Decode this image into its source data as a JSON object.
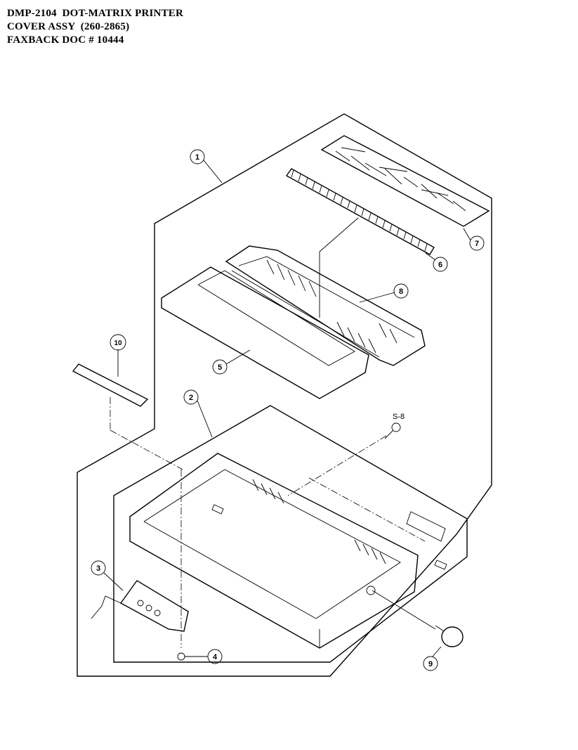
{
  "header": {
    "line1": "DMP-2104  DOT-MATRIX PRINTER",
    "line2": "COVER ASSY  (260-2865)",
    "line3": "FAXBACK DOC # 10444"
  },
  "callouts": {
    "c1": "1",
    "c2": "2",
    "c3": "3",
    "c4": "4",
    "c5": "5",
    "c6": "6",
    "c7": "7",
    "c8": "8",
    "c9": "9",
    "c10": "10",
    "screw": "S-8"
  }
}
